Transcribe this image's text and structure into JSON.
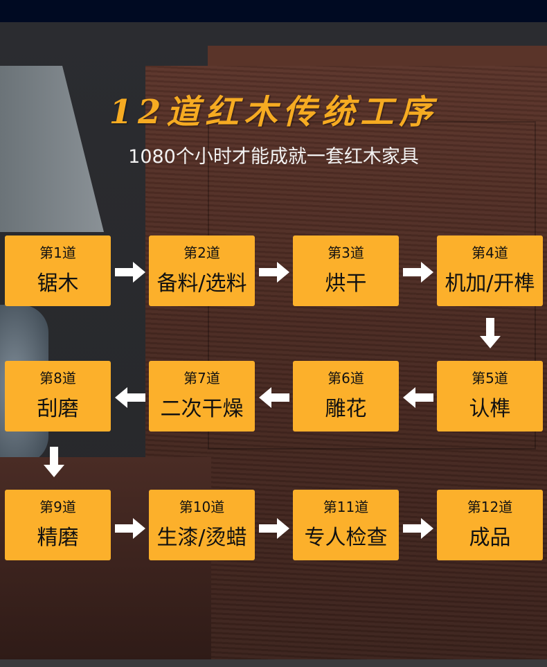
{
  "header": {
    "title": "12道红木传统工序",
    "subtitle": "1080个小时才能成就一套红木家具"
  },
  "colors": {
    "accent": "#fcb02b",
    "title": "#f6ab22"
  },
  "steps": [
    {
      "num": "第1道",
      "name": "锯木"
    },
    {
      "num": "第2道",
      "name": "备料/选料"
    },
    {
      "num": "第3道",
      "name": "烘干"
    },
    {
      "num": "第4道",
      "name": "机加/开榫"
    },
    {
      "num": "第5道",
      "name": "认榫"
    },
    {
      "num": "第6道",
      "name": "雕花"
    },
    {
      "num": "第7道",
      "name": "二次干燥"
    },
    {
      "num": "第8道",
      "name": "刮磨"
    },
    {
      "num": "第9道",
      "name": "精磨"
    },
    {
      "num": "第10道",
      "name": "生漆/烫蜡"
    },
    {
      "num": "第11道",
      "name": "专人检查"
    },
    {
      "num": "第12道",
      "name": "成品"
    }
  ]
}
